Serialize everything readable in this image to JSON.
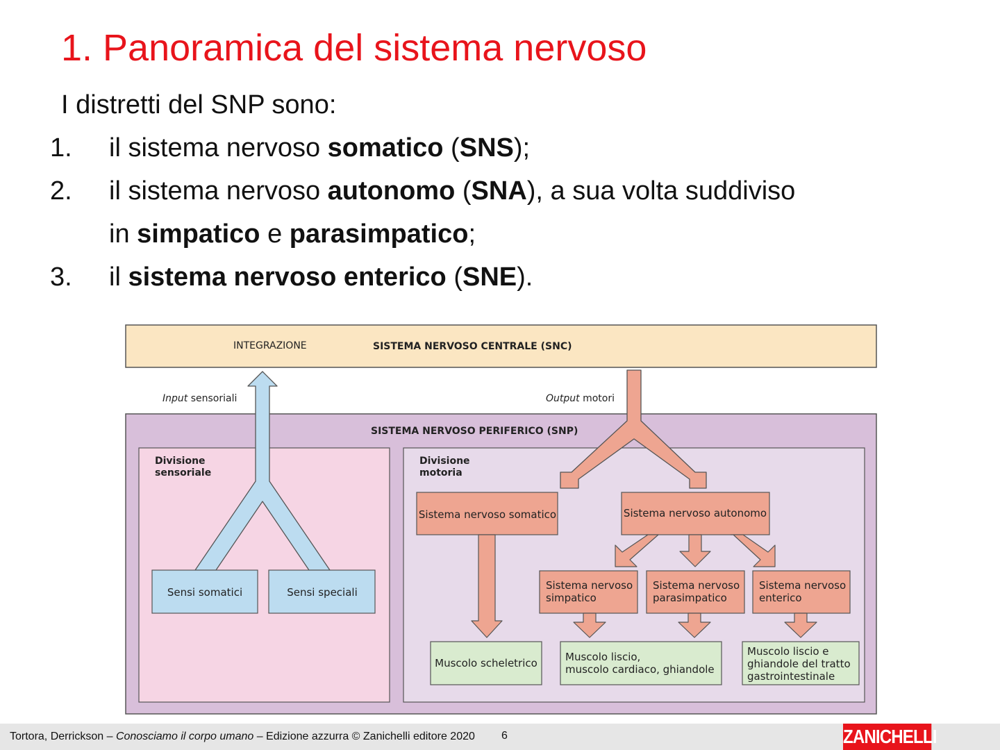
{
  "slide": {
    "title": "1. Panoramica del sistema nervoso",
    "intro": "I distretti del SNP sono:",
    "items": [
      {
        "num": "1.",
        "parts": [
          "il sistema nervoso ",
          "somatico",
          " (",
          "SNS",
          ");"
        ]
      },
      {
        "num": "2.",
        "parts": [
          "il sistema nervoso ",
          "autonomo",
          " (",
          "SNA",
          "), a sua volta suddiviso"
        ]
      },
      {
        "num": "",
        "parts": [
          "in ",
          "simpatico",
          " e ",
          "parasimpatico",
          ";"
        ]
      },
      {
        "num": "3.",
        "parts": [
          "il ",
          "sistema nervoso enterico",
          " (",
          "SNE",
          ")."
        ]
      }
    ]
  },
  "diagram": {
    "integrazione": "INTEGRAZIONE",
    "snc": "SISTEMA NERVOSO CENTRALE (SNC)",
    "input_italic": "Input",
    "input_rest": " sensoriali",
    "output_italic": "Output",
    "output_rest": " motori",
    "snp": "SISTEMA NERVOSO PERIFERICO (SNP)",
    "div_sens_1": "Divisione",
    "div_sens_2": "sensoriale",
    "div_mot_1": "Divisione",
    "div_mot_2": "motoria",
    "sensi_somatici": "Sensi somatici",
    "sensi_speciali": "Sensi speciali",
    "sn_somatico": "Sistema nervoso somatico",
    "sn_autonomo": "Sistema nervoso autonomo",
    "simp_1": "Sistema nervoso",
    "simp_2": "simpatico",
    "para_1": "Sistema nervoso",
    "para_2": "parasimpatico",
    "ent_1": "Sistema nervoso",
    "ent_2": "enterico",
    "musc_schel": "Muscolo scheletrico",
    "musc_liscio_1": "Muscolo liscio,",
    "musc_liscio_2": "muscolo cardiaco, ghiandole",
    "musc_gi_1": "Muscolo liscio e",
    "musc_gi_2": "ghiandole del tratto",
    "musc_gi_3": "gastrointestinale",
    "colors": {
      "snc_box": "#fbe6c2",
      "snp_box": "#d8bfda",
      "sensory_div": "#f6d5e4",
      "motor_div": "#e7daea",
      "sensory_blue": "#bcdcf0",
      "motor_salmon": "#eea591",
      "effector_green": "#d9ebcf"
    }
  },
  "footer": {
    "authors": "Tortora, Derrickson – ",
    "book": "Conosciamo il corpo umano",
    "edition": " –  Edizione azzurra © Zanichelli editore 2020",
    "page": "6",
    "logo": "ZANICHELLI"
  }
}
